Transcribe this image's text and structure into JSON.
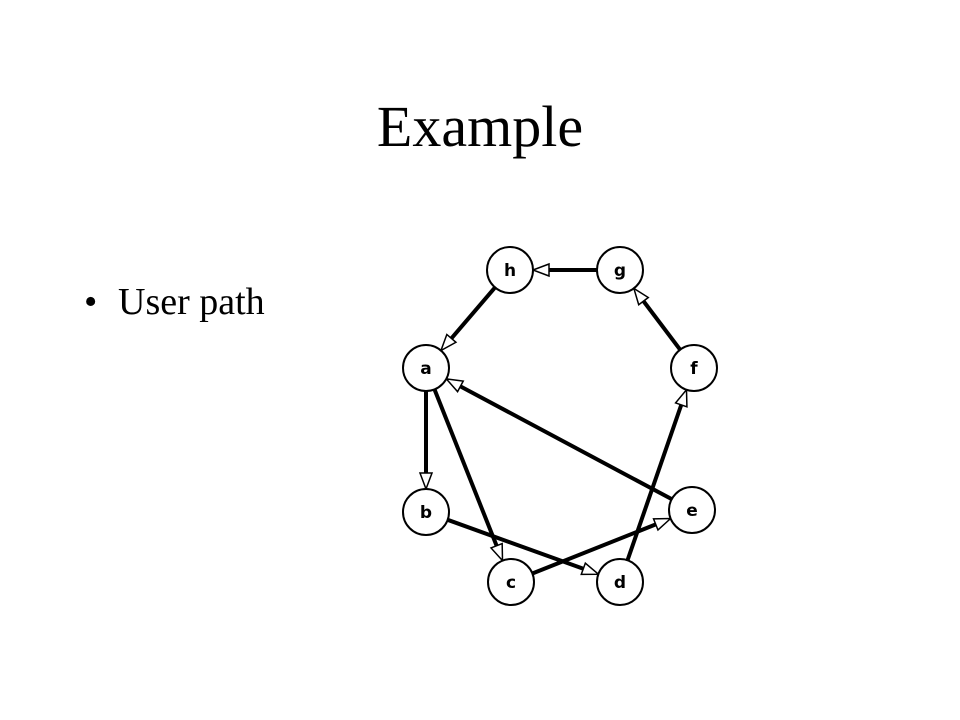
{
  "title": "Example",
  "bullets": [
    {
      "text": "User path"
    }
  ],
  "graph": {
    "nodes": [
      {
        "id": "a",
        "label": "a"
      },
      {
        "id": "b",
        "label": "b"
      },
      {
        "id": "c",
        "label": "c"
      },
      {
        "id": "d",
        "label": "d"
      },
      {
        "id": "e",
        "label": "e"
      },
      {
        "id": "f",
        "label": "f"
      },
      {
        "id": "g",
        "label": "g"
      },
      {
        "id": "h",
        "label": "h"
      }
    ],
    "edges": [
      {
        "from": "a",
        "to": "b"
      },
      {
        "from": "a",
        "to": "c"
      },
      {
        "from": "b",
        "to": "d"
      },
      {
        "from": "c",
        "to": "e"
      },
      {
        "from": "e",
        "to": "a"
      },
      {
        "from": "d",
        "to": "f"
      },
      {
        "from": "f",
        "to": "g"
      },
      {
        "from": "g",
        "to": "h"
      },
      {
        "from": "h",
        "to": "a"
      }
    ]
  }
}
